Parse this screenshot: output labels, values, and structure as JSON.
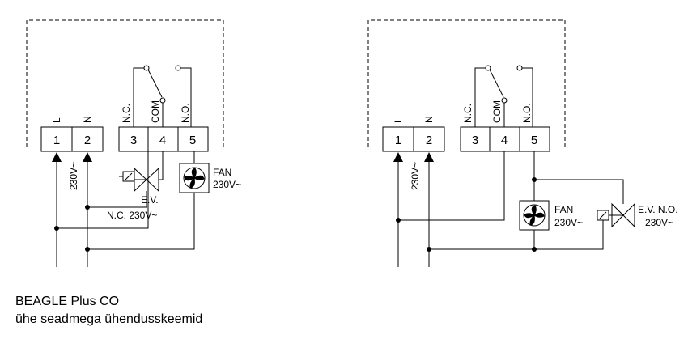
{
  "caption": {
    "line1": "BEAGLE Plus CO",
    "line2": "ühe seadmega ühendusskeemid"
  },
  "left_diagram": {
    "terminals": [
      "1",
      "2",
      "3",
      "4",
      "5"
    ],
    "terminal_labels": [
      "L",
      "N",
      "N.C.",
      "COM",
      "N.O."
    ],
    "supply": "230V~",
    "fan": {
      "name": "FAN",
      "voltage": "230V~"
    },
    "valve": {
      "name": "E.V.",
      "spec": "N.C. 230V~"
    }
  },
  "right_diagram": {
    "terminals": [
      "1",
      "2",
      "3",
      "4",
      "5"
    ],
    "terminal_labels": [
      "L",
      "N",
      "N.C.",
      "COM",
      "N.O."
    ],
    "supply": "230V~",
    "fan": {
      "name": "FAN",
      "voltage": "230V~"
    },
    "valve": {
      "name": "E.V. N.O.",
      "spec": "230V~"
    }
  }
}
